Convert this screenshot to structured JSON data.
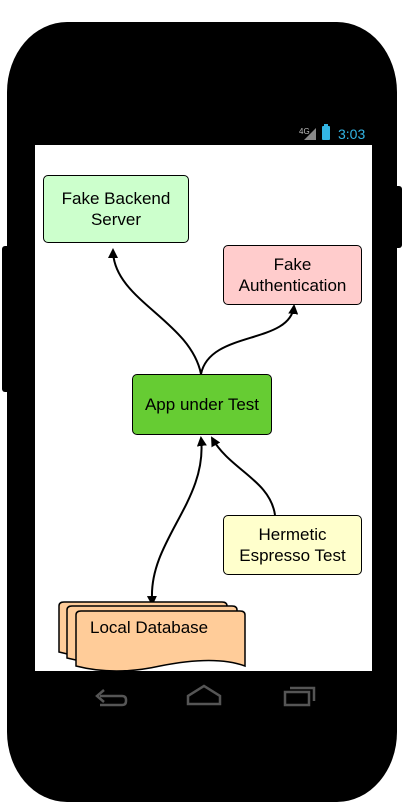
{
  "status_bar": {
    "network_label": "4G",
    "time": "3:03"
  },
  "diagram": {
    "nodes": {
      "fake_backend": {
        "label": "Fake Backend\nServer",
        "fill": "#ccffcc"
      },
      "fake_auth": {
        "label": "Fake\nAuthentication",
        "fill": "#ffcccc"
      },
      "app_under_test": {
        "label": "App under Test",
        "fill": "#66cc33"
      },
      "hermetic_test": {
        "label": "Hermetic\nEspresso Test",
        "fill": "#ffffcc"
      },
      "local_database": {
        "label": "Local Database",
        "fill": "#ffcc99"
      }
    },
    "edges": [
      {
        "from": "app_under_test",
        "to": "fake_backend",
        "direction": "forward"
      },
      {
        "from": "app_under_test",
        "to": "fake_auth",
        "direction": "forward"
      },
      {
        "from": "hermetic_test",
        "to": "app_under_test",
        "direction": "forward"
      },
      {
        "from": "app_under_test",
        "to": "local_database",
        "direction": "both"
      }
    ]
  },
  "nav_bar": {
    "back": "back-icon",
    "home": "home-icon",
    "recents": "recents-icon"
  },
  "colors": {
    "phone_body": "#000000",
    "status_accent": "#33b5e5",
    "nav_icons": "#555555"
  }
}
